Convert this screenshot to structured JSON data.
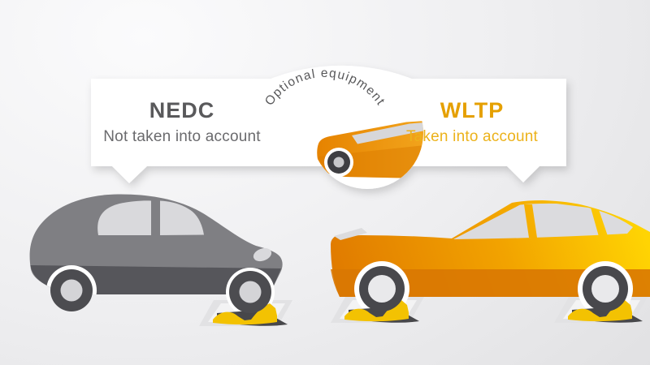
{
  "banner": {
    "arc_label": "Optional equipment",
    "nedc": {
      "heading": "NEDC",
      "description": "Not taken into account"
    },
    "wltp": {
      "heading": "WLTP",
      "description": "Taken into account"
    }
  },
  "colors": {
    "nedc_heading": "#59595B",
    "nedc_description": "#6A6A6D",
    "wltp_heading": "#E5A000",
    "wltp_description": "#ECB21A",
    "arc_label": "#58585A",
    "banner_background": "#FFFFFF",
    "nedc_car_body": "#7F7F83",
    "nedc_car_lower": "#56565B",
    "wltp_car_orange": "#E17C00",
    "wltp_car_yellow": "#FFD403",
    "window_glass": "#D9D9DC",
    "roller_yellow": "#F3C202",
    "test_bench_plate": "#E2E2E4",
    "tire_dark": "#4A4A4E"
  },
  "icons": {
    "center": "car-front-icon",
    "left_scene": "gray-car-side-icon",
    "right_scene": "orange-car-side-icon",
    "test_bench": "roller-bench-icon"
  }
}
